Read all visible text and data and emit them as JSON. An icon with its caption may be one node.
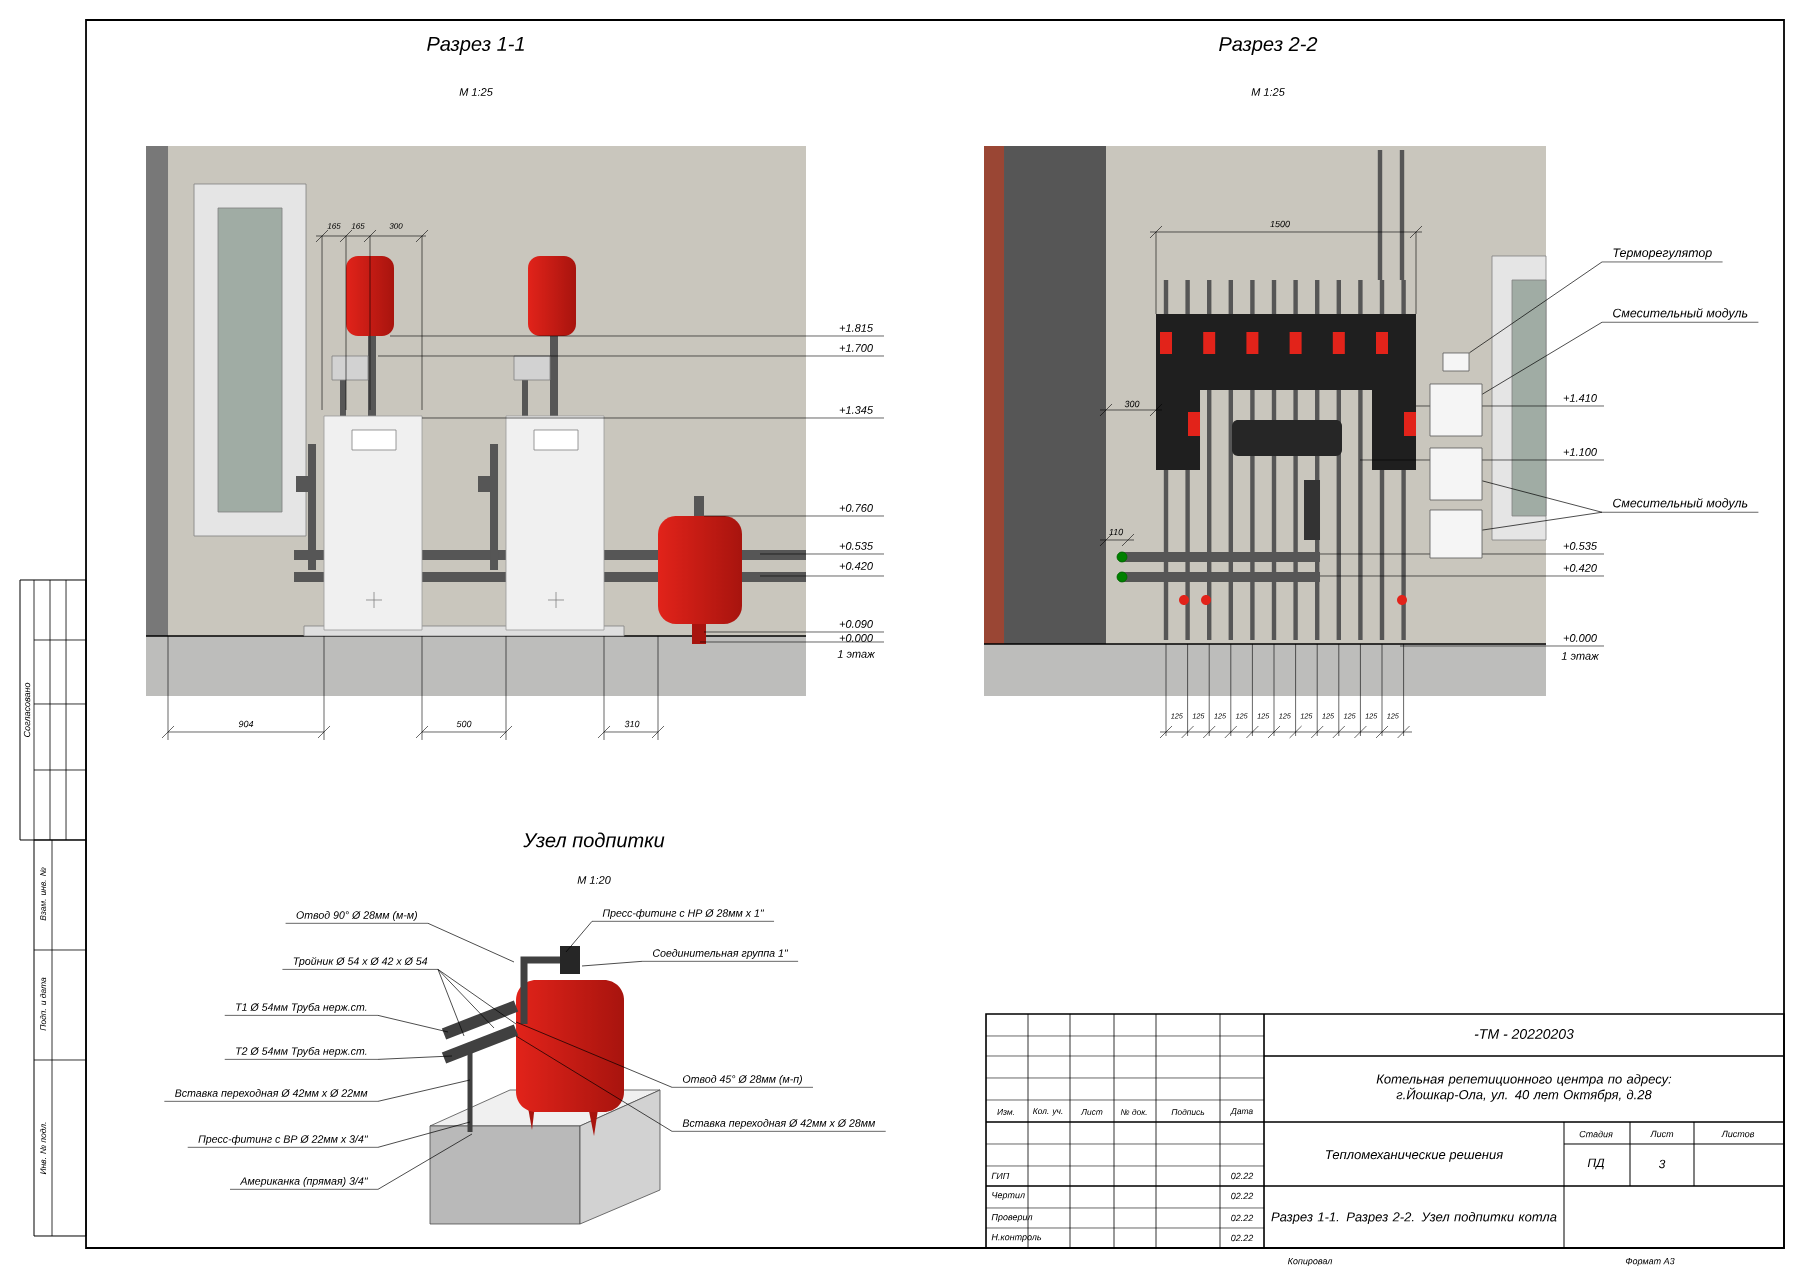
{
  "diagram": {
    "nodes": [
      {
        "text": [
          "Терморегулятор"
        ]
      },
      {
        "text": [],
        "shape": "box"
      },
      {
        "text": [
          "Смесительный модуль"
        ]
      },
      {
        "text": [],
        "shape": "box"
      },
      {
        "text": [],
        "shape": "box"
      },
      {
        "text": [],
        "shape": "box"
      },
      {
        "text": [
          "Смесительный модуль"
        ]
      },
      {
        "text": [
          "Отвод 90° Ø 28мм (м-м)"
        ]
      },
      {
        "text": [
          "Пресс-фитинг с НР Ø 28мм х 1\""
        ]
      },
      {
        "text": [
          "Соединительная группа 1\""
        ]
      },
      {
        "text": [
          "Тройник Ø 54 х Ø 42 х Ø 54"
        ]
      },
      {
        "text": [
          "Т1 Ø 54мм Труба нерж.ст."
        ]
      },
      {
        "text": [
          "Т2 Ø 54мм Труба нерж.ст."
        ]
      },
      {
        "text": [
          "Отвод 45° Ø 28мм (м-п)"
        ]
      },
      {
        "text": [
          "Вставка переходная Ø 42мм х Ø 22мм"
        ]
      },
      {
        "text": [
          "Вставка переходная Ø 42мм х Ø 28мм"
        ]
      },
      {
        "text": [
          "Пресс-фитинг с ВР Ø 22мм х 3/4\""
        ]
      },
      {
        "text": [
          "Американка (прямая) 3/4\""
        ]
      }
    ],
    "edges": [
      {
        "from": 0,
        "to": 1,
        "arrow": "none"
      },
      {
        "from": 2,
        "to": 3,
        "arrow": "none"
      },
      {
        "from": 6,
        "to": 4,
        "arrow": "none"
      },
      {
        "from": 6,
        "to": 5,
        "arrow": "none"
      },
      {
        "from": 7,
        "to": null,
        "arrow": "none"
      },
      {
        "from": 8,
        "to": null,
        "arrow": "none"
      },
      {
        "from": 9,
        "to": null,
        "arrow": "none"
      },
      {
        "from": 10,
        "to": null,
        "arrow": "none"
      },
      {
        "from": 10,
        "to": null,
        "arrow": "none"
      },
      {
        "from": 10,
        "to": null,
        "arrow": "none"
      },
      {
        "from": 11,
        "to": null,
        "arrow": "none"
      },
      {
        "from": 12,
        "to": null,
        "arrow": "none"
      },
      {
        "from": 13,
        "to": null,
        "arrow": "none"
      },
      {
        "from": 14,
        "to": null,
        "arrow": "none"
      },
      {
        "from": 15,
        "to": null,
        "arrow": "none"
      },
      {
        "from": 16,
        "to": null,
        "arrow": "none"
      },
      {
        "from": 17,
        "to": null,
        "arrow": "none"
      }
    ],
    "labels": [
      "Разрез 1-1",
      "М 1:25",
      "165",
      "165",
      "300",
      "+1.815",
      "+1.700",
      "+1.345",
      "+0.760",
      "+0.535",
      "+0.420",
      "+0.090",
      "+0.000",
      "1 этаж",
      "904",
      "500",
      "310",
      "Разрез 2-2",
      "М 1:25",
      "1500",
      "300",
      "110",
      "+1.410",
      "+1.100",
      "+0.535",
      "+0.420",
      "+0.000",
      "1 этаж",
      "125",
      "125",
      "125",
      "125",
      "125",
      "125",
      "125",
      "125",
      "125",
      "125",
      "125",
      "Узел подпитки",
      "М 1:20",
      "-ТМ - 20220203",
      "Котельная репетиционного центра по адресу: г.Йошкар-Ола, ул. 40 лет Октября, д.28",
      "Изм.",
      "Кол. уч.",
      "Лист",
      "№ док.",
      "Подпись",
      "Дата",
      "Стадия",
      "Лист",
      "Листов",
      "Тепломеханические решения",
      "ПД",
      "3",
      "ГИП",
      "02.22",
      "Чертил",
      "02.22",
      "Проверил",
      "02.22",
      "Н.контроль",
      "02.22",
      "Разрез 1-1. Разрез 2-2. Узел подпитки котла",
      "Копировал",
      "Формат А3",
      "Согласовано",
      "Взам. инв. №",
      "Подп. и дата",
      "Инв. № подл."
    ]
  }
}
